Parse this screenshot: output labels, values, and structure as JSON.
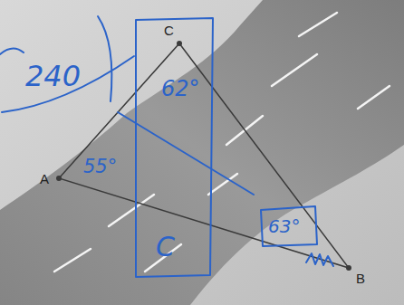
{
  "diagram": {
    "labels": [
      "C",
      "240",
      "62°",
      "55°",
      "63°",
      "C",
      "A",
      "B"
    ]
  }
}
